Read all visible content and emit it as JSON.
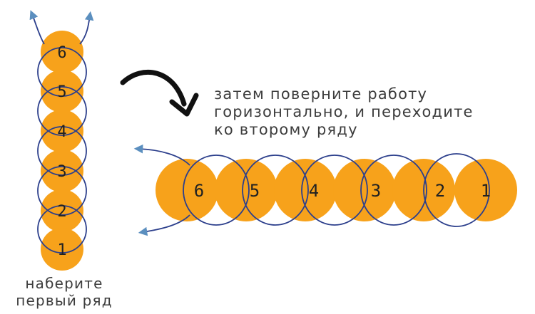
{
  "colors": {
    "bead": "#f7a21b",
    "thread": "#2c3f8c",
    "needle_tip": "#5b8fbf",
    "arrow": "#111111",
    "number": "#222222",
    "text": "#3c3c3c"
  },
  "instruction": {
    "lines": [
      "затем поверните работу",
      "горизонтально, и переходите",
      "ко второму ряду"
    ]
  },
  "left_caption": {
    "lines": [
      "наберите",
      "первый ряд"
    ]
  },
  "vertical_row": {
    "bead_numbers": [
      "6",
      "5",
      "4",
      "3",
      "2",
      "1"
    ]
  },
  "horizontal_row": {
    "bead_numbers": [
      "6",
      "5",
      "4",
      "3",
      "2",
      "1"
    ]
  }
}
